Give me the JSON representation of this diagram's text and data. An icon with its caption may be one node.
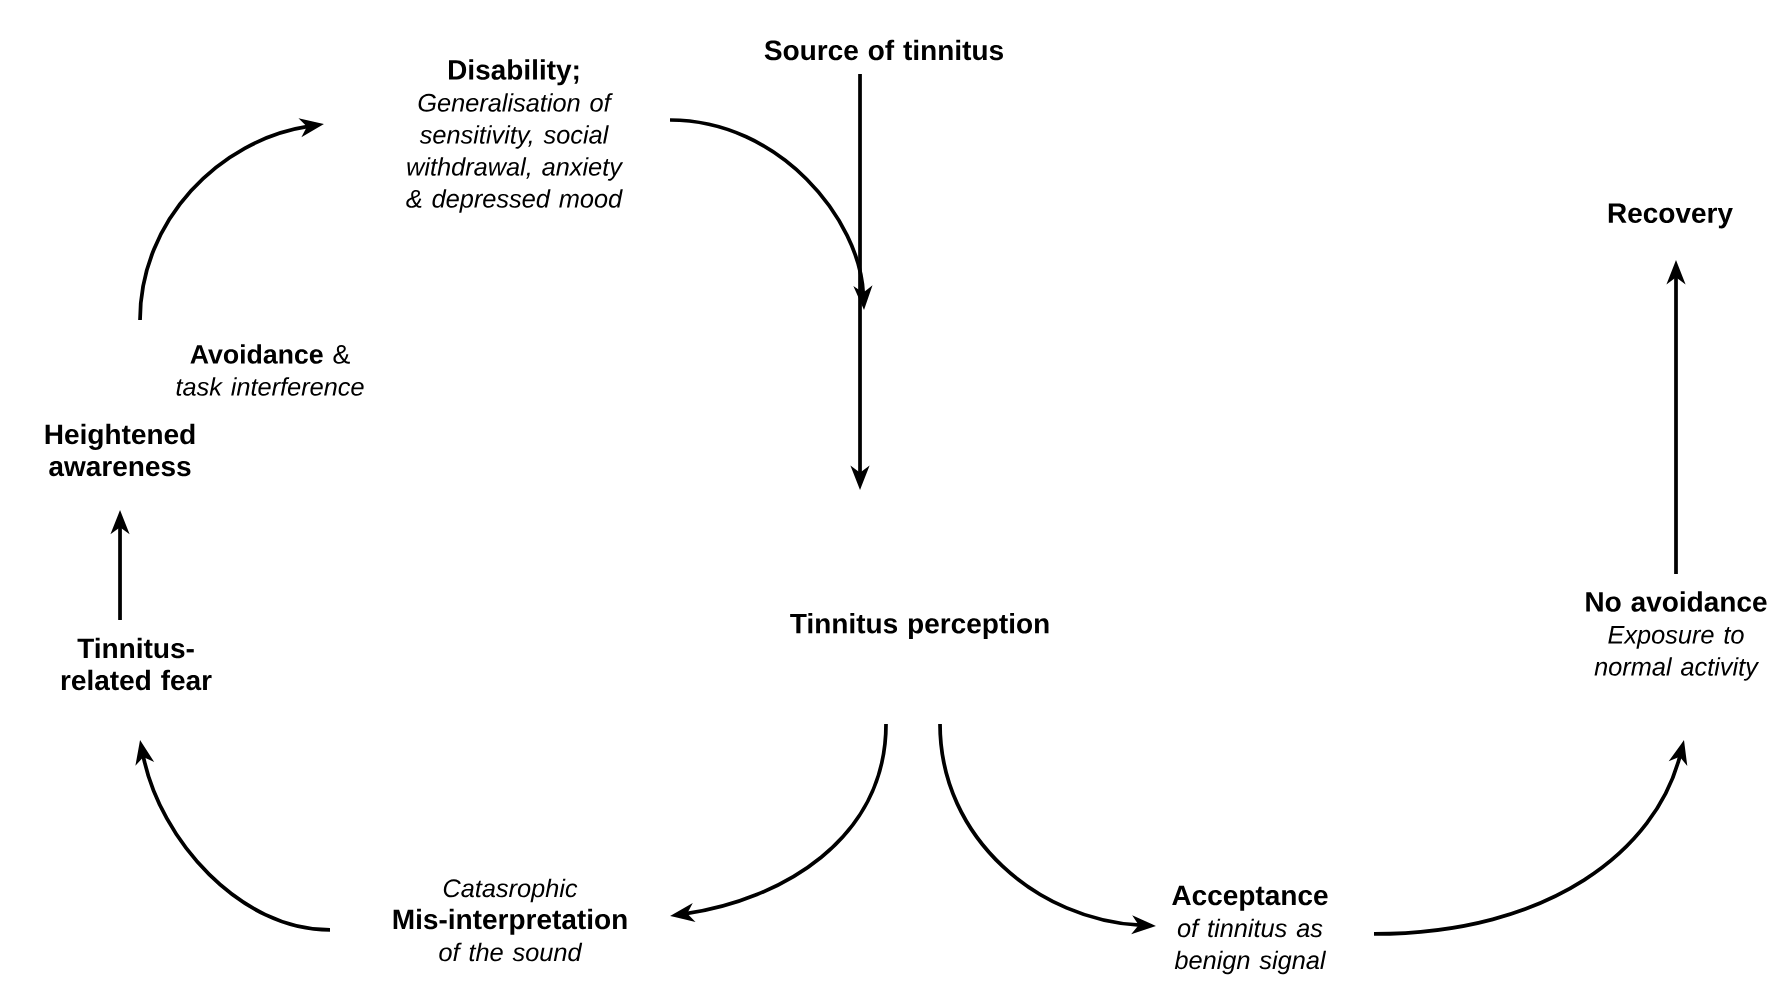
{
  "diagram": {
    "nodes": [
      {
        "text": [
          "Source of tinnitus"
        ]
      },
      {
        "text": [
          "Tinnitus perception"
        ]
      },
      {
        "text": [
          "Catasrophic",
          "Mis-interpretation",
          "of the sound"
        ]
      },
      {
        "text": [
          "Tinnitus-related fear"
        ]
      },
      {
        "text": [
          "Heightened awareness"
        ]
      },
      {
        "text": [
          "**Avoidance** &",
          "task interference"
        ]
      },
      {
        "text": [
          "Disability;",
          "Generalisation of sensitivity, social withdrawal, anxiety & depressed mood"
        ]
      },
      {
        "text": [
          "Acceptance",
          "of tinnitus as benign signal"
        ]
      },
      {
        "text": [
          "No avoidance",
          "Exposure to normal activity"
        ]
      },
      {
        "text": [
          "Recovery"
        ]
      }
    ],
    "edges": [
      {
        "from": 0,
        "to": 1,
        "arrow": "to"
      },
      {
        "from": 1,
        "to": 2,
        "arrow": "to"
      },
      {
        "from": 2,
        "to": 3,
        "arrow": "to"
      },
      {
        "from": 3,
        "to": 4,
        "arrow": "to"
      },
      {
        "from": 5,
        "to": 6,
        "arrow": "to"
      },
      {
        "from": 6,
        "to": 1,
        "arrow": "to"
      },
      {
        "from": 1,
        "to": 7,
        "arrow": "to"
      },
      {
        "from": 7,
        "to": 8,
        "arrow": "to"
      },
      {
        "from": 8,
        "to": 9,
        "arrow": "to"
      }
    ]
  }
}
